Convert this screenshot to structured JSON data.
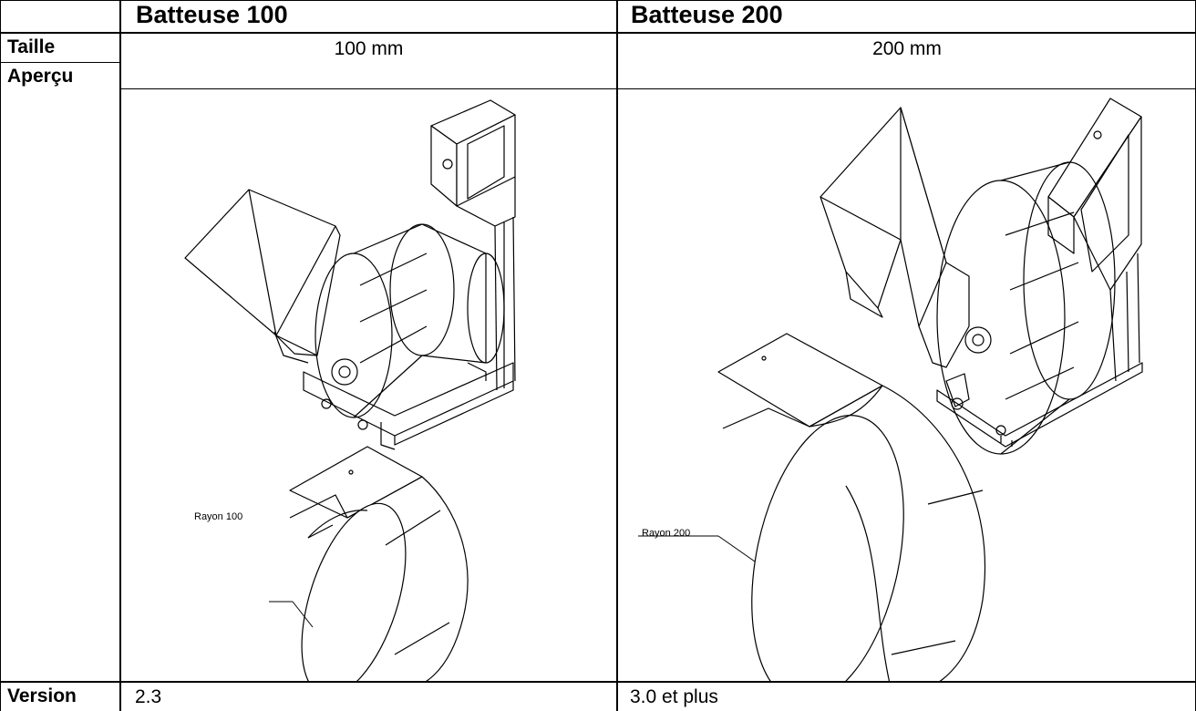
{
  "table": {
    "header": {
      "col1": "Batteuse 100",
      "col2": "Batteuse 200"
    },
    "rows": {
      "size": {
        "label": "Taille",
        "col1": "100 mm",
        "col2": "200 mm"
      },
      "preview": {
        "label": "Aperçu"
      },
      "version": {
        "label": "Version",
        "col1": "2.3",
        "col2": "3.0 et plus"
      }
    }
  },
  "drawings": {
    "left": {
      "callout": "Rayon 100"
    },
    "right": {
      "callout": "Rayon 200"
    }
  }
}
